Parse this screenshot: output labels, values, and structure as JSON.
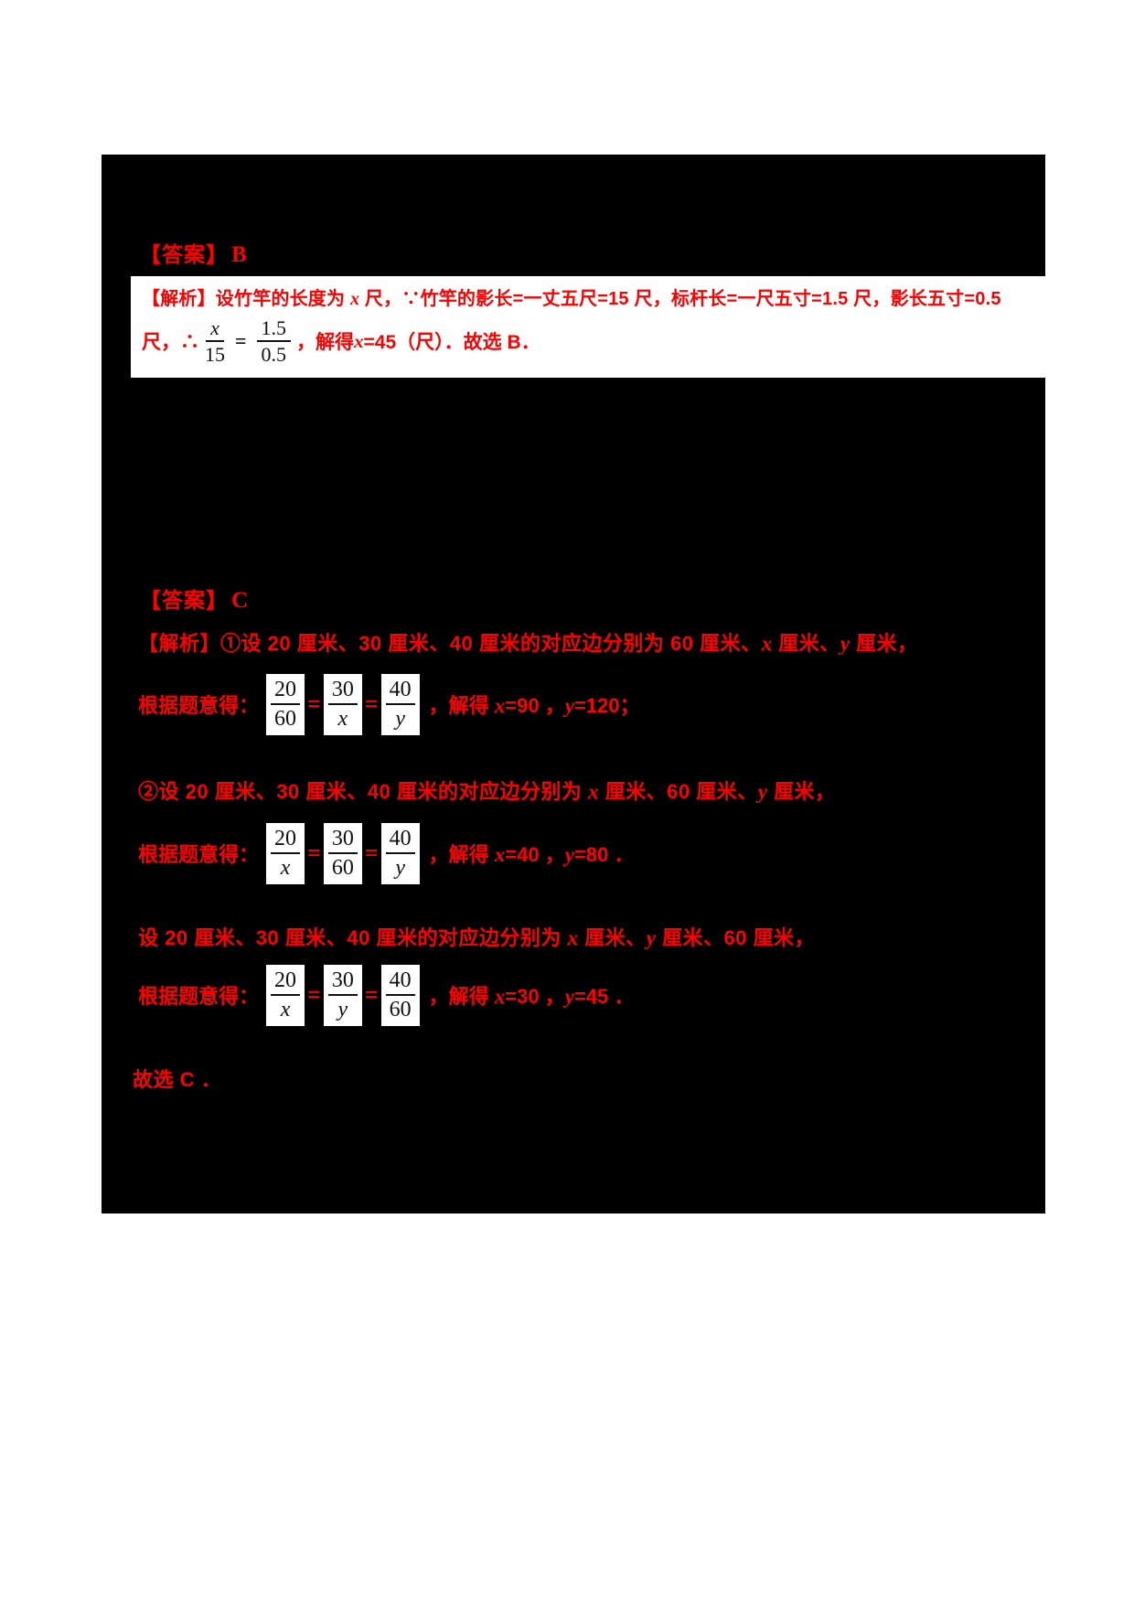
{
  "colors": {
    "page_background": "#ffffff",
    "panel_background": "#000000",
    "text_red": "#fe0000",
    "fraction_text_black": "#111111",
    "callout_background": "#ffffff"
  },
  "section_b": {
    "answer_prefix": "【答案】",
    "answer_letter": "B",
    "analysis": {
      "line1_pre": "【解析】设竹竿的长度为 ",
      "line1_var": "x",
      "line1_post": " 尺，∵竹竿的影长=一丈五尺=15 尺，标杆长=一尺五寸=1.5 尺，影长五寸=0.5",
      "line2_pre": "尺，∴",
      "frac1": {
        "num": "x",
        "den": "15"
      },
      "equals": "=",
      "frac2": {
        "num": "1.5",
        "den": "0.5"
      },
      "line2_mid": "，解得 ",
      "line2_var": "x",
      "line2_post": "=45（尺）．故选 B．"
    }
  },
  "section_c": {
    "answer_prefix": "【答案】",
    "answer_letter": "C",
    "line1": {
      "pre": "【解析】①设 20 厘米、30 厘米、40 厘米的对应边分别为 60 厘米、",
      "x": "x",
      "mid": " 厘米、",
      "y": "y",
      "post": " 厘米，"
    },
    "row1": {
      "label": "根据题意得：",
      "f1": {
        "num": "20",
        "den": "60"
      },
      "f2": {
        "num": "30",
        "den": "x"
      },
      "f3": {
        "num": "40",
        "den": "y"
      },
      "equals": "=",
      "res_pre": "，解得 ",
      "res_x": "x",
      "res_mid": "=90 ，",
      "res_y": "y",
      "res_post": "=120；"
    },
    "line2": {
      "pre": "②设 20 厘米、30 厘米、40 厘米的对应边分别为 ",
      "x": "x",
      "mid": " 厘米、60 厘米、",
      "y": "y",
      "post": " 厘米，"
    },
    "row2": {
      "label": "根据题意得：",
      "f1": {
        "num": "20",
        "den": "x"
      },
      "f2": {
        "num": "30",
        "den": "60"
      },
      "f3": {
        "num": "40",
        "den": "y"
      },
      "equals": "=",
      "res_pre": "，解得 ",
      "res_x": "x",
      "res_mid": "=40 ，",
      "res_y": "y",
      "res_post": "=80 ．"
    },
    "line3": {
      "pre": "设 20 厘米、30 厘米、40 厘米的对应边分别为 ",
      "x": "x",
      "mid": " 厘米、",
      "y": "y",
      "post": " 厘米、60 厘米，"
    },
    "row3": {
      "label": "根据题意得：",
      "f1": {
        "num": "20",
        "den": "x"
      },
      "f2": {
        "num": "30",
        "den": "y"
      },
      "f3": {
        "num": "40",
        "den": "60"
      },
      "equals": "=",
      "res_pre": "，解得 ",
      "res_x": "x",
      "res_mid": "=30 ，",
      "res_y": "y",
      "res_post": "=45 ．"
    },
    "conclusion": "故选 C ．"
  }
}
